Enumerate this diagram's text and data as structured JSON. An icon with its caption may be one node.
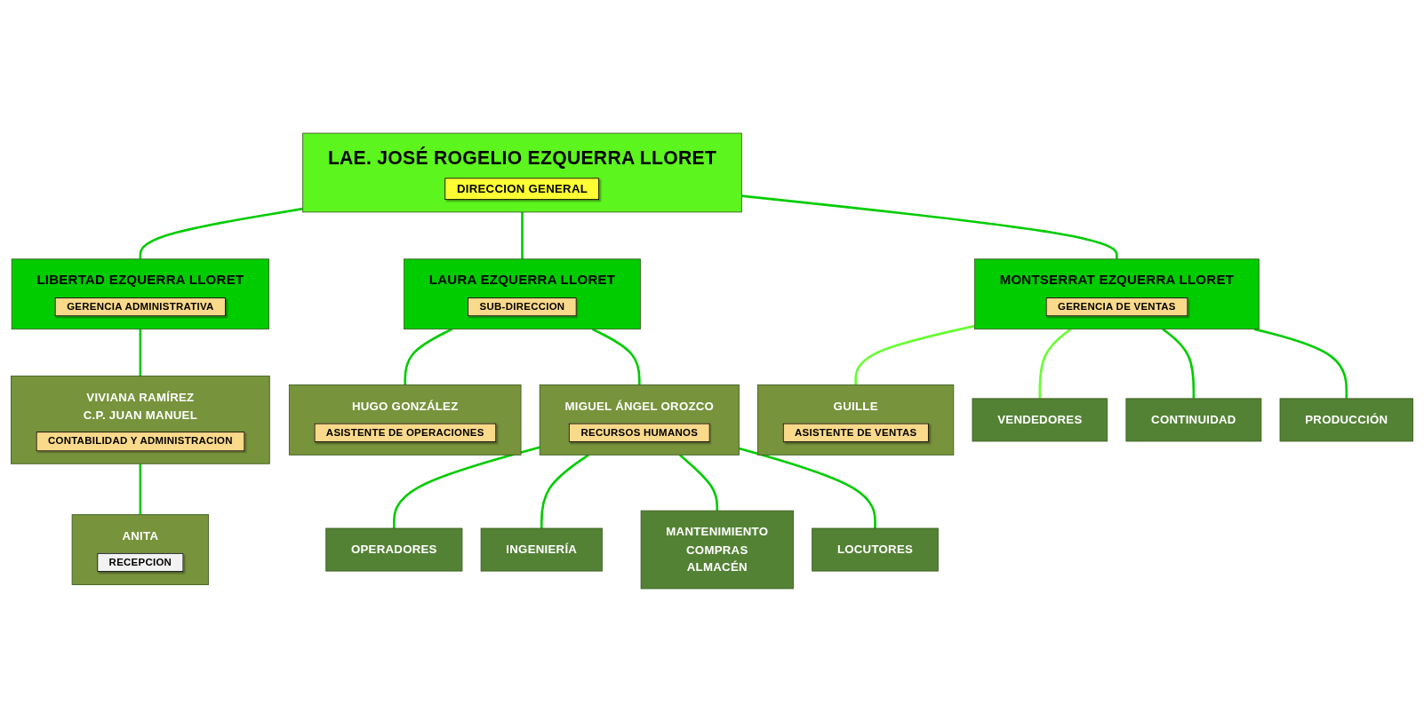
{
  "diagram": {
    "nodes": [
      {
        "text": [
          "LAE. JOSÉ ROGELIO EZQUERRA LLORET",
          "DIRECCION GENERAL"
        ]
      },
      {
        "text": [
          "LIBERTAD EZQUERRA LLORET",
          "GERENCIA ADMINISTRATIVA"
        ]
      },
      {
        "text": [
          "LAURA EZQUERRA LLORET",
          "SUB-DIRECCION"
        ]
      },
      {
        "text": [
          "MONTSERRAT EZQUERRA LLORET",
          "GERENCIA DE VENTAS"
        ]
      },
      {
        "text": [
          "VIVIANA RAMÍREZ",
          "C.P. JUAN MANUEL",
          "CONTABILIDAD Y ADMINISTRACION"
        ]
      },
      {
        "text": [
          "HUGO GONZÁLEZ",
          "ASISTENTE DE OPERACIONES"
        ]
      },
      {
        "text": [
          "MIGUEL ÁNGEL OROZCO",
          "RECURSOS HUMANOS"
        ]
      },
      {
        "text": [
          "GUILLE",
          "ASISTENTE DE VENTAS"
        ]
      },
      {
        "text": [
          "ANITA",
          "RECEPCION"
        ]
      },
      {
        "text": [
          "OPERADORES"
        ]
      },
      {
        "text": [
          "INGENIERÍA"
        ]
      },
      {
        "text": [
          "VENDEDORES"
        ]
      },
      {
        "text": [
          "CONTINUIDAD"
        ]
      },
      {
        "text": [
          "PRODUCCIÓN"
        ]
      },
      {
        "text": [
          "MANTENIMIENTO",
          "COMPRAS",
          "ALMACÉN"
        ]
      },
      {
        "text": [
          "LOCUTORES"
        ]
      }
    ],
    "edges": [
      {
        "from": 0,
        "to": 1,
        "arrow": "none"
      },
      {
        "from": 0,
        "to": 2,
        "arrow": "none"
      },
      {
        "from": 0,
        "to": 3,
        "arrow": "none"
      },
      {
        "from": 1,
        "to": 4,
        "arrow": "none"
      },
      {
        "from": 4,
        "to": 8,
        "arrow": "none"
      },
      {
        "from": 2,
        "to": 5,
        "arrow": "none"
      },
      {
        "from": 2,
        "to": 6,
        "arrow": "none"
      },
      {
        "from": 6,
        "to": 9,
        "arrow": "none"
      },
      {
        "from": 6,
        "to": 10,
        "arrow": "none"
      },
      {
        "from": 6,
        "to": 14,
        "arrow": "none"
      },
      {
        "from": 6,
        "to": 15,
        "arrow": "none"
      },
      {
        "from": 3,
        "to": 7,
        "arrow": "none",
        "color": "#66ff33"
      },
      {
        "from": 3,
        "to": 11,
        "arrow": "none",
        "color": "#66ff33"
      },
      {
        "from": 3,
        "to": 12,
        "arrow": "none"
      },
      {
        "from": 3,
        "to": 13,
        "arrow": "none"
      }
    ]
  }
}
